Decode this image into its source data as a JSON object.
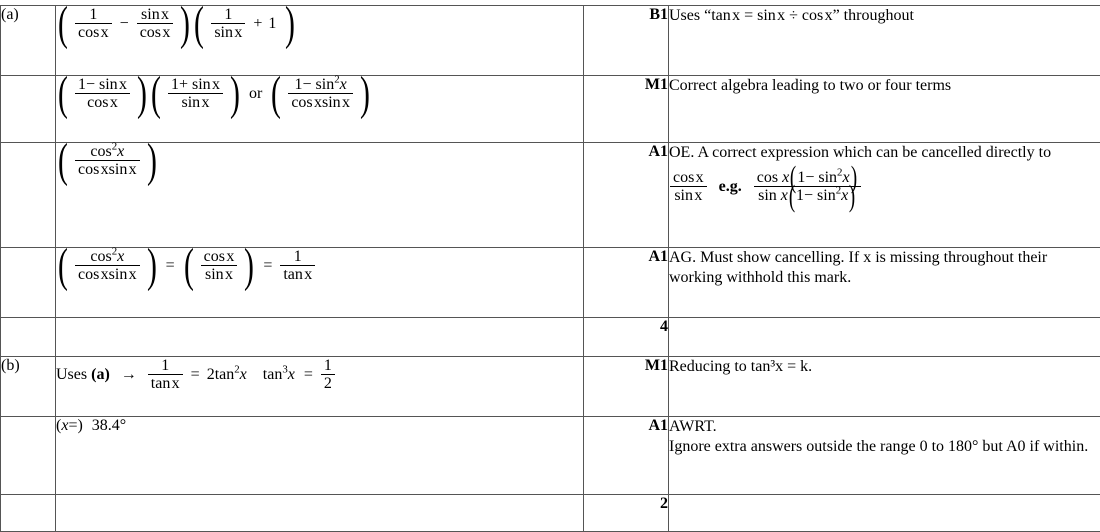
{
  "document": {
    "type": "mark-scheme-table",
    "columns": [
      "part",
      "working",
      "marks",
      "notes"
    ]
  },
  "rows": [
    {
      "part": "(a)",
      "mark": "B1",
      "working_kind": "expr_a1",
      "notes": [
        "Uses “tan x = sin x ÷ cos x” throughout"
      ]
    },
    {
      "part": "",
      "mark": "M1",
      "working_kind": "expr_a2",
      "notes": [
        "Correct algebra leading to two or four terms"
      ]
    },
    {
      "part": "",
      "mark": "A1",
      "working_kind": "expr_a3",
      "notes": [
        "OE. A correct expression which can be cancelled directly to"
      ]
    },
    {
      "part": "",
      "mark": "A1",
      "working_kind": "expr_a4",
      "notes": [
        "AG. Must show cancelling. If x is missing throughout their working withhold this mark."
      ]
    },
    {
      "part": "",
      "mark": "4",
      "working_kind": "blank",
      "notes": [
        ""
      ]
    },
    {
      "part": "(b)",
      "mark": "M1",
      "working_kind": "expr_b1",
      "notes": [
        "Reducing to tan³x = k."
      ]
    },
    {
      "part": "",
      "mark": "A1",
      "working_kind": "expr_b2",
      "notes": [
        "AWRT.",
        "Ignore extra answers outside the range 0 to 180° but A0 if within."
      ]
    },
    {
      "part": "",
      "mark": "2",
      "working_kind": "blank",
      "notes": [
        ""
      ]
    }
  ],
  "expressions": {
    "a1": {
      "label": "( 1/cosx - sinx/cosx )( 1/sinx + 1 )",
      "f1_num": "1",
      "f1_den": "cos x",
      "minus": "−",
      "f2_num": "sin x",
      "f2_den": "cos x",
      "f3_num": "1",
      "f3_den": "sin x",
      "plus": "+",
      "one": "1"
    },
    "a2": {
      "label": "( (1-sinx)/cosx )( (1+sinx)/sinx ) or ( (1-sin^2 x)/(cosxsinx) )",
      "f1_num": "1− sin x",
      "f1_den": "cos x",
      "f2_num": "1+ sin x",
      "f2_den": "sin x",
      "or": "or",
      "f3_num_pre": "1− sin",
      "f3_num_sup": "2",
      "f3_num_post": "x",
      "f3_den": "cos xsin x"
    },
    "a3": {
      "label": "( cos^2 x / (cosxsinx) )",
      "num_pre": "cos",
      "num_sup": "2",
      "num_post": "x",
      "den": "cos xsin x"
    },
    "a4": {
      "label": "( cos^2 x/(cosxsinx) ) = ( cosx/sinx ) = 1/tanx",
      "f1_num_pre": "cos",
      "f1_num_sup": "2",
      "f1_num_post": "x",
      "f1_den": "cos xsin x",
      "eq1": "=",
      "f2_num": "cos x",
      "f2_den": "sin x",
      "eq2": "=",
      "f3_num": "1",
      "f3_den": "tan x"
    },
    "b1": {
      "label": "Uses (a) -> 1/tanx = 2tan^2 x  tan^3 x = 1/2",
      "lead": "Uses ",
      "lead_bold": "(a)",
      "arrow": "→",
      "f1_num": "1",
      "f1_den": "tan x",
      "eq1": "=",
      "rhs_pre": "2tan",
      "rhs_sup": "2",
      "rhs_post": "x",
      "t_pre": "tan",
      "t_sup": "3",
      "t_post": "x",
      "eq2": "=",
      "f2_num": "1",
      "f2_den": "2"
    },
    "b2": {
      "label": "(x =) 38.4°",
      "prefix_open": "(",
      "var": "x",
      "prefix_eq": "=)",
      "value": "38.4°"
    },
    "note_a3": {
      "label": "cosx/sinx e.g. cosx(1-sin^2 x) / sinx(1-sin^2 x)",
      "f1_num": "cos x",
      "f1_den": "sin x",
      "eg": "e.g.",
      "f2_num_pre": "cos ",
      "f2_num_var": "x",
      "f2_num_in": "1− sin",
      "f2_num_sup": "2",
      "f2_num_end": "x",
      "f2_den_pre": "sin ",
      "f2_den_var": "x",
      "f2_den_in": "1− sin",
      "f2_den_sup": "2",
      "f2_den_end": "x"
    }
  },
  "colors": {
    "border": "#555555",
    "text": "#000000",
    "background": "#ffffff"
  }
}
